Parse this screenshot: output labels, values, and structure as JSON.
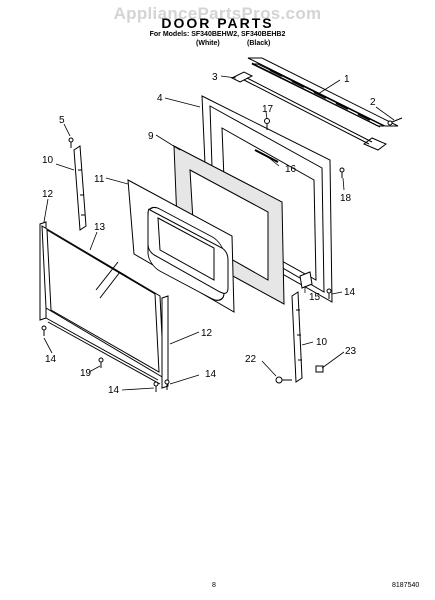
{
  "watermark": "AppliancePartsPros.com",
  "header": {
    "title": "DOOR PARTS",
    "models": "For Models: SF340BEHW2, SF340BEHB2",
    "finish_white": "(White)",
    "finish_black": "(Black)"
  },
  "callouts": [
    "1",
    "2",
    "3",
    "4",
    "5",
    "9",
    "10",
    "11",
    "12",
    "13",
    "14",
    "15",
    "16",
    "17",
    "18",
    "19",
    "22",
    "23"
  ],
  "footer": {
    "page_number": "8",
    "doc_number": "8187540"
  }
}
